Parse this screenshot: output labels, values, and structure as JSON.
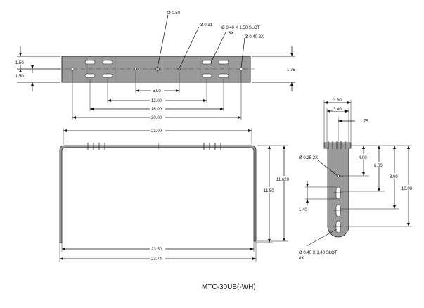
{
  "drawing": {
    "title": "MTC-30UB(-WH)",
    "colors": {
      "part_fill": "#9a9a9a",
      "line": "#111111"
    },
    "top_view": {
      "callouts": {
        "hole_large": "Ø 0.50",
        "hole_small": "Ø 0.31",
        "slot": "Ø 0.40 X 1.50 SLOT",
        "slot_qty": "8X",
        "hole_end": "Ø 0.40 2X"
      },
      "dims": {
        "left_upper": "1.50",
        "left_lower": "1.50",
        "right_height": "1.75",
        "d5": "5.00",
        "d12": "12.00",
        "d16": "16.00",
        "d20": "20.00"
      }
    },
    "front_view": {
      "dims": {
        "top_width": "23.00",
        "inner_height": "11.620",
        "outer_height": "11.50",
        "bottom_inner": "23.50",
        "bottom_outer": "23.74"
      }
    },
    "side_view": {
      "dims": {
        "w350": "3.50",
        "w300": "3.00",
        "d175": "1.75",
        "d4": "4.00",
        "d6": "6.00",
        "d8": "8.00",
        "d10": "10.00",
        "d140": "1.40"
      },
      "callouts": {
        "hole": "Ø 0.25 2X",
        "slot": "Ø 0.40 X 1.40 SLOT",
        "slot_qty": "6X"
      }
    }
  }
}
